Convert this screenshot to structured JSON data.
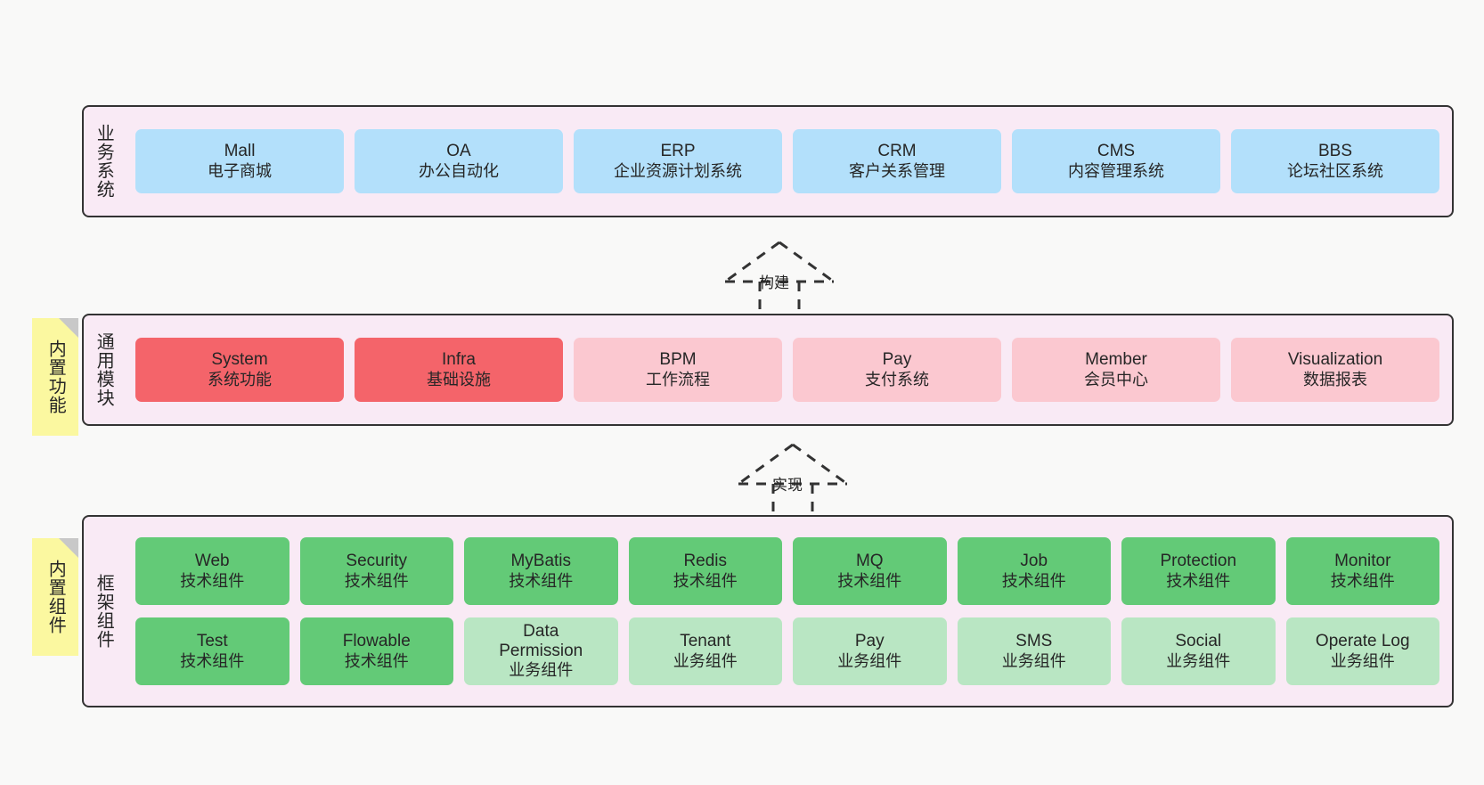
{
  "layers": [
    {
      "id": "business-system",
      "label": "业务系统",
      "rows": [
        {
          "cells": [
            {
              "title": "Mall",
              "subtitle": "电子商城",
              "style": "blue"
            },
            {
              "title": "OA",
              "subtitle": "办公自动化",
              "style": "blue"
            },
            {
              "title": "ERP",
              "subtitle": "企业资源计划系统",
              "style": "blue"
            },
            {
              "title": "CRM",
              "subtitle": "客户关系管理",
              "style": "blue"
            },
            {
              "title": "CMS",
              "subtitle": "内容管理系统",
              "style": "blue"
            },
            {
              "title": "BBS",
              "subtitle": "论坛社区系统",
              "style": "blue"
            }
          ]
        }
      ]
    },
    {
      "id": "common-module",
      "label": "通用模块",
      "note": "内置功能",
      "rows": [
        {
          "cells": [
            {
              "title": "System",
              "subtitle": "系统功能",
              "style": "red"
            },
            {
              "title": "Infra",
              "subtitle": "基础设施",
              "style": "red"
            },
            {
              "title": "BPM",
              "subtitle": "工作流程",
              "style": "pink"
            },
            {
              "title": "Pay",
              "subtitle": "支付系统",
              "style": "pink"
            },
            {
              "title": "Member",
              "subtitle": "会员中心",
              "style": "pink"
            },
            {
              "title": "Visualization",
              "subtitle": "数据报表",
              "style": "pink"
            }
          ]
        }
      ]
    },
    {
      "id": "framework-component",
      "label": "框架组件",
      "note": "内置组件",
      "rows": [
        {
          "cells": [
            {
              "title": "Web",
              "subtitle": "技术组件",
              "style": "green"
            },
            {
              "title": "Security",
              "subtitle": "技术组件",
              "style": "green"
            },
            {
              "title": "MyBatis",
              "subtitle": "技术组件",
              "style": "green"
            },
            {
              "title": "Redis",
              "subtitle": "技术组件",
              "style": "green"
            },
            {
              "title": "MQ",
              "subtitle": "技术组件",
              "style": "green"
            },
            {
              "title": "Job",
              "subtitle": "技术组件",
              "style": "green"
            },
            {
              "title": "Protection",
              "subtitle": "技术组件",
              "style": "green"
            },
            {
              "title": "Monitor",
              "subtitle": "技术组件",
              "style": "green"
            }
          ]
        },
        {
          "cells": [
            {
              "title": "Test",
              "subtitle": "技术组件",
              "style": "green"
            },
            {
              "title": "Flowable",
              "subtitle": "技术组件",
              "style": "green"
            },
            {
              "title": "Data Permission",
              "subtitle": "业务组件",
              "style": "greenlight"
            },
            {
              "title": "Tenant",
              "subtitle": "业务组件",
              "style": "greenlight"
            },
            {
              "title": "Pay",
              "subtitle": "业务组件",
              "style": "greenlight"
            },
            {
              "title": "SMS",
              "subtitle": "业务组件",
              "style": "greenlight"
            },
            {
              "title": "Social",
              "subtitle": "业务组件",
              "style": "greenlight"
            },
            {
              "title": "Operate Log",
              "subtitle": "业务组件",
              "style": "greenlight"
            }
          ]
        }
      ]
    }
  ],
  "connectors": [
    {
      "id": "build",
      "label": "构建"
    },
    {
      "id": "implement",
      "label": "实现"
    }
  ],
  "colors": {
    "page_background": "#f9f9f8",
    "panel_background": "#f9eaf5",
    "panel_border": "#333333",
    "blue": "#b3e0fb",
    "red": "#f4646a",
    "pink": "#fbc8d0",
    "green": "#63ca77",
    "green_light": "#b9e6c3",
    "note_yellow": "#fbf8a0",
    "note_fold": "#c8c8c8",
    "text": "#262626"
  }
}
